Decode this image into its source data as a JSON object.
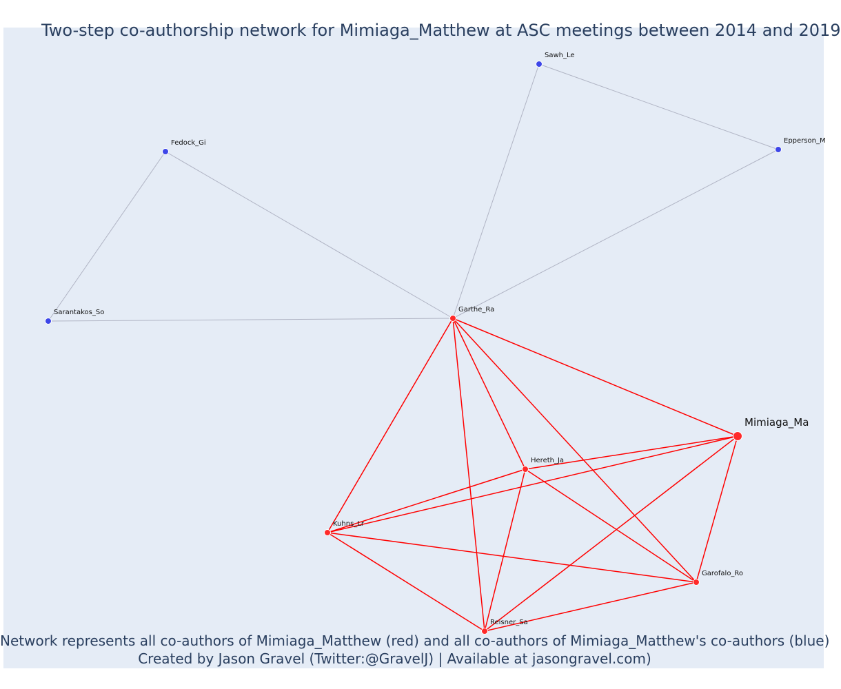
{
  "title": "Two-step co-authorship network for Mimiaga_Matthew at ASC meetings between 2014 and 2019",
  "caption": {
    "line1": "Network represents all co-authors of Mimiaga_Matthew (red) and all co-authors of Mimiaga_Matthew's co-authors (blue)",
    "line2": "Created by Jason Gravel (Twitter:@GravelJ) | Available at jasongravel.com)"
  },
  "colors": {
    "background": "#e5ecf6",
    "red_node": "#ff2a2a",
    "blue_node": "#3d46e8",
    "red_edge": "#ff0000",
    "grey_edge": "#b0b4c4",
    "text": "#2a3f5f"
  },
  "nodes": [
    {
      "id": "Sawh_Le",
      "label": "Sawh_Le",
      "group": "blue"
    },
    {
      "id": "Epperson_M",
      "label": "Epperson_M",
      "group": "blue"
    },
    {
      "id": "Fedock_Gi",
      "label": "Fedock_Gi",
      "group": "blue"
    },
    {
      "id": "Sarantakos_So",
      "label": "Sarantakos_So",
      "group": "blue"
    },
    {
      "id": "Garthe_Ra",
      "label": "Garthe_Ra",
      "group": "red"
    },
    {
      "id": "Mimiaga_Ma",
      "label": "Mimiaga_Ma",
      "group": "focal"
    },
    {
      "id": "Hereth_Ja",
      "label": "Hereth_Ja",
      "group": "red"
    },
    {
      "id": "Kuhns_Lr",
      "label": "Kuhns_Lr",
      "group": "red"
    },
    {
      "id": "Garofalo_Ro",
      "label": "Garofalo_Ro",
      "group": "red"
    },
    {
      "id": "Reisner_Sa",
      "label": "Reisner_Sa",
      "group": "red"
    }
  ],
  "edges": [
    {
      "source": "Sawh_Le",
      "target": "Epperson_M",
      "type": "grey"
    },
    {
      "source": "Sawh_Le",
      "target": "Garthe_Ra",
      "type": "grey"
    },
    {
      "source": "Epperson_M",
      "target": "Garthe_Ra",
      "type": "grey"
    },
    {
      "source": "Fedock_Gi",
      "target": "Sarantakos_So",
      "type": "grey"
    },
    {
      "source": "Fedock_Gi",
      "target": "Garthe_Ra",
      "type": "grey"
    },
    {
      "source": "Sarantakos_So",
      "target": "Garthe_Ra",
      "type": "grey"
    },
    {
      "source": "Garthe_Ra",
      "target": "Mimiaga_Ma",
      "type": "red"
    },
    {
      "source": "Garthe_Ra",
      "target": "Hereth_Ja",
      "type": "red"
    },
    {
      "source": "Garthe_Ra",
      "target": "Kuhns_Lr",
      "type": "red"
    },
    {
      "source": "Garthe_Ra",
      "target": "Garofalo_Ro",
      "type": "red"
    },
    {
      "source": "Garthe_Ra",
      "target": "Reisner_Sa",
      "type": "red"
    },
    {
      "source": "Mimiaga_Ma",
      "target": "Hereth_Ja",
      "type": "red"
    },
    {
      "source": "Mimiaga_Ma",
      "target": "Kuhns_Lr",
      "type": "red"
    },
    {
      "source": "Mimiaga_Ma",
      "target": "Garofalo_Ro",
      "type": "red"
    },
    {
      "source": "Mimiaga_Ma",
      "target": "Reisner_Sa",
      "type": "red"
    },
    {
      "source": "Hereth_Ja",
      "target": "Kuhns_Lr",
      "type": "red"
    },
    {
      "source": "Hereth_Ja",
      "target": "Garofalo_Ro",
      "type": "red"
    },
    {
      "source": "Hereth_Ja",
      "target": "Reisner_Sa",
      "type": "red"
    },
    {
      "source": "Kuhns_Lr",
      "target": "Garofalo_Ro",
      "type": "red"
    },
    {
      "source": "Kuhns_Lr",
      "target": "Reisner_Sa",
      "type": "red"
    },
    {
      "source": "Garofalo_Ro",
      "target": "Reisner_Sa",
      "type": "red"
    }
  ]
}
